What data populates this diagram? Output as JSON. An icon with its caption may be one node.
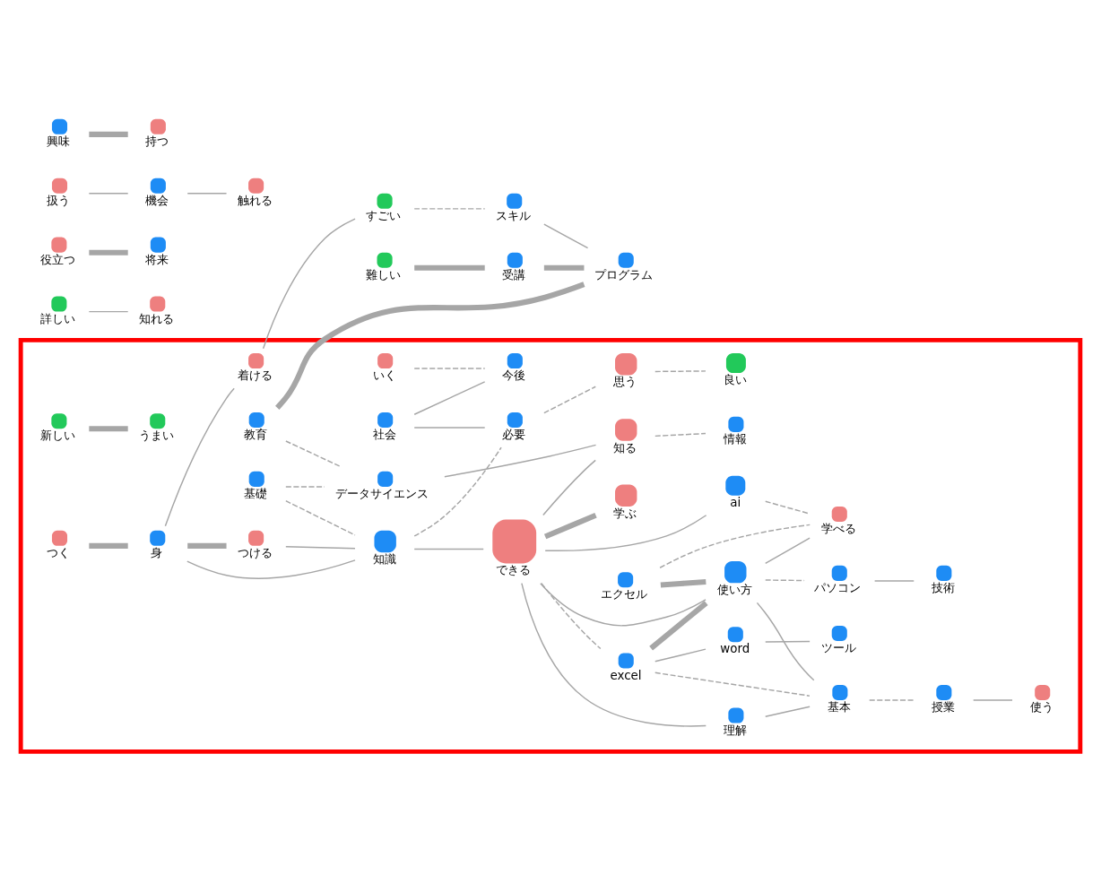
{
  "diagram": {
    "nodes": [
      {
        "text": [],
        "shape": "box"
      },
      {
        "text": [
          "詳しい"
        ]
      },
      {
        "text": [
          "知れる"
        ]
      },
      {
        "text": [
          "役立つ"
        ]
      },
      {
        "text": [
          "将来"
        ]
      },
      {
        "text": [
          "扱う"
        ]
      },
      {
        "text": [
          "機会"
        ]
      },
      {
        "text": [
          "触れる"
        ]
      },
      {
        "text": [
          "いく"
        ],
        "in": 0
      },
      {
        "text": [
          "社会"
        ],
        "in": 0
      },
      {
        "text": [
          "今後"
        ],
        "in": 0
      },
      {
        "text": [
          "新しい"
        ],
        "in": 0
      },
      {
        "text": [
          "うまい"
        ],
        "in": 0
      },
      {
        "text": [
          "つける"
        ],
        "in": 0
      },
      {
        "text": [
          "つく"
        ],
        "in": 0
      },
      {
        "text": [
          "身"
        ],
        "in": 0
      },
      {
        "text": [
          "必要"
        ],
        "in": 0
      },
      {
        "text": [
          "思う"
        ],
        "in": 0
      },
      {
        "text": [
          "良い"
        ],
        "in": 0
      },
      {
        "text": [
          "知識"
        ],
        "in": 0
      },
      {
        "text": [
          "着ける"
        ],
        "in": 0
      },
      {
        "text": [
          "基礎"
        ],
        "in": 0
      },
      {
        "text": [
          "すごい"
        ]
      },
      {
        "text": [
          "理解"
        ],
        "in": 0
      },
      {
        "text": [
          "エクセル"
        ],
        "in": 0
      },
      {
        "text": [
          "できる"
        ],
        "in": 0
      },
      {
        "text": [
          "excel"
        ],
        "in": 0
      },
      {
        "text": [
          "ai"
        ],
        "in": 0
      },
      {
        "text": [
          "word"
        ],
        "in": 0
      },
      {
        "text": [
          "ツール"
        ],
        "in": 0
      },
      {
        "text": [
          "スキル"
        ]
      },
      {
        "text": [
          "データサイエンス"
        ],
        "in": 0
      },
      {
        "text": [
          "学べる"
        ],
        "in": 0
      },
      {
        "text": [
          "使い方"
        ],
        "in": 0
      },
      {
        "text": [
          "難しい"
        ]
      },
      {
        "text": [
          "受講"
        ]
      },
      {
        "text": [
          "プログラム"
        ]
      },
      {
        "text": [
          "教育"
        ],
        "in": 0
      },
      {
        "text": [
          "知る"
        ],
        "in": 0
      },
      {
        "text": [
          "学ぶ"
        ],
        "in": 0
      },
      {
        "text": [
          "基本"
        ],
        "in": 0
      },
      {
        "text": [
          "パソコン"
        ],
        "in": 0
      },
      {
        "text": [
          "技術"
        ],
        "in": 0
      },
      {
        "text": [
          "情報"
        ],
        "in": 0
      },
      {
        "text": [
          "授業"
        ],
        "in": 0
      },
      {
        "text": [
          "使う"
        ],
        "in": 0
      },
      {
        "text": [
          "興味"
        ]
      },
      {
        "text": [
          "持つ"
        ]
      }
    ],
    "edges": [
      {
        "from": 1,
        "to": 2,
        "arrow": "none"
      },
      {
        "from": 3,
        "to": 4,
        "arrow": "none",
        "style": "thick"
      },
      {
        "from": 5,
        "to": 6,
        "arrow": "none"
      },
      {
        "from": 6,
        "to": 7,
        "arrow": "none"
      },
      {
        "from": 8,
        "to": 10,
        "arrow": "none",
        "style": "dashed"
      },
      {
        "from": 9,
        "to": 10,
        "arrow": "none"
      },
      {
        "from": 11,
        "to": 12,
        "arrow": "none",
        "style": "thick"
      },
      {
        "from": 9,
        "to": 16,
        "arrow": "none"
      },
      {
        "from": 16,
        "to": 17,
        "arrow": "none",
        "style": "dashed"
      },
      {
        "from": 17,
        "to": 18,
        "arrow": "none",
        "style": "dashed"
      },
      {
        "from": 14,
        "to": 15,
        "arrow": "none",
        "style": "thick"
      },
      {
        "from": 15,
        "to": 13,
        "arrow": "none",
        "style": "thick"
      },
      {
        "from": 13,
        "to": 19,
        "arrow": "none"
      },
      {
        "from": 15,
        "to": 19,
        "arrow": "none"
      },
      {
        "from": 15,
        "to": 20,
        "arrow": "none"
      },
      {
        "from": 19,
        "to": 16,
        "arrow": "none",
        "style": "dashed"
      },
      {
        "from": 20,
        "to": 22,
        "arrow": "none"
      },
      {
        "from": 21,
        "to": 19,
        "arrow": "none",
        "style": "dashed"
      },
      {
        "from": 22,
        "to": 30,
        "arrow": "none",
        "style": "dashed"
      },
      {
        "from": 30,
        "to": 36,
        "arrow": "none"
      },
      {
        "from": 34,
        "to": 35,
        "arrow": "none",
        "style": "thick"
      },
      {
        "from": 35,
        "to": 36,
        "arrow": "none",
        "style": "thick"
      },
      {
        "from": 36,
        "to": 37,
        "arrow": "none",
        "style": "thick"
      },
      {
        "from": 37,
        "to": 31,
        "arrow": "none",
        "style": "dashed"
      },
      {
        "from": 21,
        "to": 31,
        "arrow": "none",
        "style": "dashed"
      },
      {
        "from": 31,
        "to": 38,
        "arrow": "none"
      },
      {
        "from": 19,
        "to": 25,
        "arrow": "none"
      },
      {
        "from": 25,
        "to": 23,
        "arrow": "none"
      },
      {
        "from": 25,
        "to": 26,
        "arrow": "none",
        "style": "dashed"
      },
      {
        "from": 26,
        "to": 28,
        "arrow": "none"
      },
      {
        "from": 28,
        "to": 29,
        "arrow": "none"
      },
      {
        "from": 25,
        "to": 27,
        "arrow": "none"
      },
      {
        "from": 25,
        "to": 33,
        "arrow": "none"
      },
      {
        "from": 25,
        "to": 38,
        "arrow": "none"
      },
      {
        "from": 25,
        "to": 39,
        "arrow": "none",
        "style": "thick"
      },
      {
        "from": 26,
        "to": 33,
        "arrow": "none",
        "style": "thick"
      },
      {
        "from": 24,
        "to": 33,
        "arrow": "none",
        "style": "thick"
      },
      {
        "from": 24,
        "to": 32,
        "arrow": "none",
        "style": "dashed"
      },
      {
        "from": 27,
        "to": 32,
        "arrow": "none",
        "style": "dashed"
      },
      {
        "from": 33,
        "to": 32,
        "arrow": "none"
      },
      {
        "from": 23,
        "to": 40,
        "arrow": "none"
      },
      {
        "from": 26,
        "to": 40,
        "arrow": "none",
        "style": "dashed"
      },
      {
        "from": 33,
        "to": 40,
        "arrow": "none"
      },
      {
        "from": 33,
        "to": 41,
        "arrow": "none",
        "style": "dashed"
      },
      {
        "from": 41,
        "to": 42,
        "arrow": "none"
      },
      {
        "from": 38,
        "to": 43,
        "arrow": "none",
        "style": "dashed"
      },
      {
        "from": 40,
        "to": 44,
        "arrow": "none",
        "style": "dashed"
      },
      {
        "from": 44,
        "to": 45,
        "arrow": "none"
      },
      {
        "from": 46,
        "to": 47,
        "arrow": "none",
        "style": "thick"
      }
    ]
  }
}
